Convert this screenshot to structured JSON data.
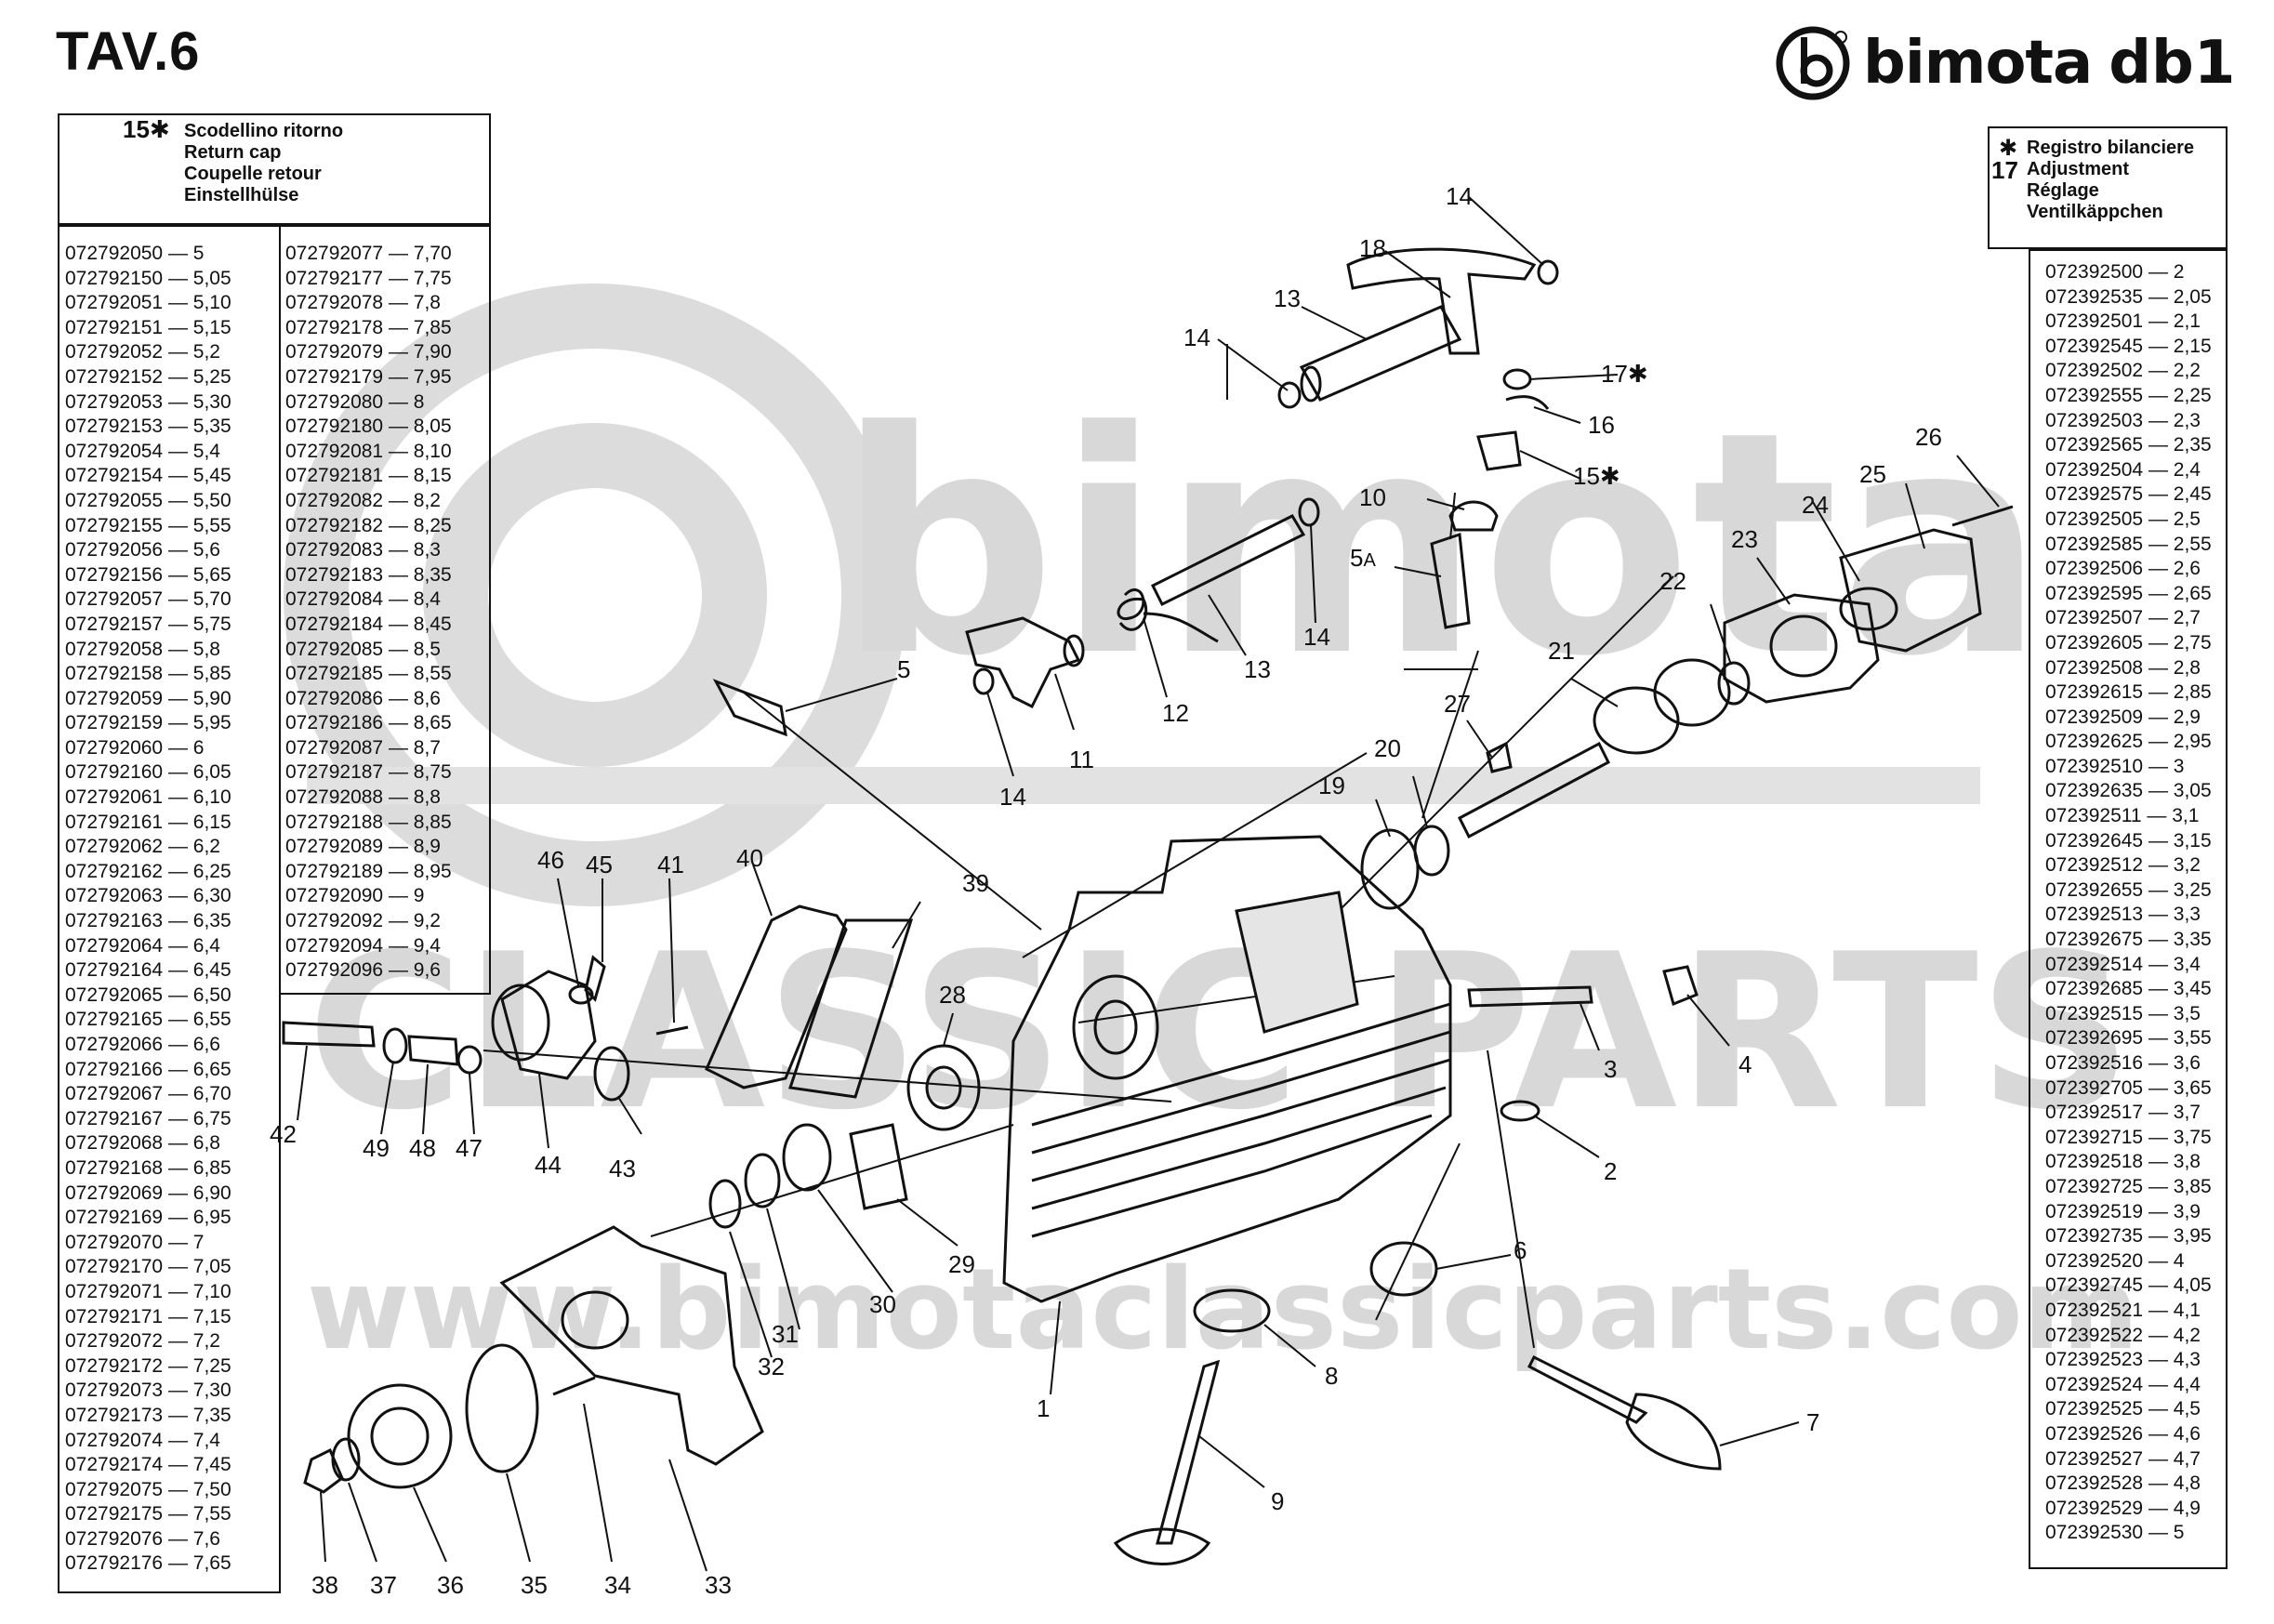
{
  "sheet_title": "TAV.6",
  "brand": {
    "name": "bimota",
    "model": "db1",
    "logo_mark": "b"
  },
  "watermark": {
    "line1": "bimota",
    "line2": "CLASSIC PARTS",
    "line3": "www.bimotaclassicparts.com"
  },
  "left_box": {
    "ref": "15✱",
    "lines": [
      "Scodellino ritorno",
      "Return cap",
      "Coupelle retour",
      "Einstellhülse"
    ]
  },
  "right_box": {
    "mark": "✱",
    "ref": "17",
    "lines": [
      "Registro bilanciere",
      "Adjustment",
      "Réglage",
      "Ventilkäppchen"
    ]
  },
  "table_left_a": [
    "072792050 — 5",
    "072792150 — 5,05",
    "072792051 — 5,10",
    "072792151 — 5,15",
    "072792052 — 5,2",
    "072792152 — 5,25",
    "072792053 — 5,30",
    "072792153 — 5,35",
    "072792054 — 5,4",
    "072792154 — 5,45",
    "072792055 — 5,50",
    "072792155 — 5,55",
    "072792056 — 5,6",
    "072792156 — 5,65",
    "072792057 — 5,70",
    "072792157 — 5,75",
    "072792058 — 5,8",
    "072792158 — 5,85",
    "072792059 — 5,90",
    "072792159 — 5,95",
    "072792060 — 6",
    "072792160 — 6,05",
    "072792061 — 6,10",
    "072792161 — 6,15",
    "072792062 — 6,2",
    "072792162 — 6,25",
    "072792063 — 6,30",
    "072792163 — 6,35",
    "072792064 — 6,4",
    "072792164 — 6,45",
    "072792065 — 6,50",
    "072792165 — 6,55",
    "072792066 — 6,6",
    "072792166 — 6,65",
    "072792067 — 6,70",
    "072792167 — 6,75",
    "072792068 — 6,8",
    "072792168 — 6,85",
    "072792069 — 6,90",
    "072792169 — 6,95",
    "072792070 — 7",
    "072792170 — 7,05",
    "072792071 — 7,10",
    "072792171 — 7,15",
    "072792072 — 7,2",
    "072792172 — 7,25",
    "072792073 — 7,30",
    "072792173 — 7,35",
    "072792074 — 7,4",
    "072792174 — 7,45",
    "072792075 — 7,50",
    "072792175 — 7,55",
    "072792076 — 7,6",
    "072792176 — 7,65"
  ],
  "table_left_b": [
    "072792077 — 7,70",
    "072792177 — 7,75",
    "072792078 — 7,8",
    "072792178 — 7,85",
    "072792079 — 7,90",
    "072792179 — 7,95",
    "072792080 — 8",
    "072792180 — 8,05",
    "072792081 — 8,10",
    "072792181 — 8,15",
    "072792082 — 8,2",
    "072792182 — 8,25",
    "072792083 — 8,3",
    "072792183 — 8,35",
    "072792084 — 8,4",
    "072792184 — 8,45",
    "072792085 — 8,5",
    "072792185 — 8,55",
    "072792086 — 8,6",
    "072792186 — 8,65",
    "072792087 — 8,7",
    "072792187 — 8,75",
    "072792088 — 8,8",
    "072792188 — 8,85",
    "072792089 — 8,9",
    "072792189 — 8,95",
    "072792090 — 9",
    "072792092 — 9,2",
    "072792094 — 9,4",
    "072792096 — 9,6"
  ],
  "table_right": [
    "072392500 — 2",
    "072392535 — 2,05",
    "072392501 — 2,1",
    "072392545 — 2,15",
    "072392502 — 2,2",
    "072392555 — 2,25",
    "072392503 — 2,3",
    "072392565 — 2,35",
    "072392504 — 2,4",
    "072392575 — 2,45",
    "072392505 — 2,5",
    "072392585 — 2,55",
    "072392506 — 2,6",
    "072392595 — 2,65",
    "072392507 — 2,7",
    "072392605 — 2,75",
    "072392508 — 2,8",
    "072392615 — 2,85",
    "072392509 — 2,9",
    "072392625 — 2,95",
    "072392510 — 3",
    "072392635 — 3,05",
    "072392511 — 3,1",
    "072392645 — 3,15",
    "072392512 — 3,2",
    "072392655 — 3,25",
    "072392513 — 3,3",
    "072392675 — 3,35",
    "072392514 — 3,4",
    "072392685 — 3,45",
    "072392515 — 3,5",
    "072392695 — 3,55",
    "072392516 — 3,6",
    "072392705 — 3,65",
    "072392517 — 3,7",
    "072392715 — 3,75",
    "072392518 — 3,8",
    "072392725 — 3,85",
    "072392519 — 3,9",
    "072392735 — 3,95",
    "072392520 — 4",
    "072392745 — 4,05",
    "072392521 — 4,1",
    "072392522 — 4,2",
    "072392523 — 4,3",
    "072392524 — 4,4",
    "072392525 — 4,5",
    "072392526 — 4,6",
    "072392527 — 4,7",
    "072392528 — 4,8",
    "072392529 — 4,9",
    "072392530 — 5"
  ],
  "callouts": {
    "c1": "1",
    "c2": "2",
    "c3": "3",
    "c4": "4",
    "c5": "5",
    "c5a": "5",
    "c5a_sub": "A",
    "c6": "6",
    "c7": "7",
    "c8": "8",
    "c9": "9",
    "c10": "10",
    "c11": "11",
    "c12": "12",
    "c13a": "13",
    "c13b": "13",
    "c14a": "14",
    "c14b": "14",
    "c14c": "14",
    "c14d": "14",
    "c15": "15✱",
    "c16": "16",
    "c17": "17✱",
    "c18": "18",
    "c19": "19",
    "c20": "20",
    "c21": "21",
    "c22": "22",
    "c23": "23",
    "c24": "24",
    "c25": "25",
    "c26": "26",
    "c27": "27",
    "c28": "28",
    "c29": "29",
    "c30": "30",
    "c31": "31",
    "c32": "32",
    "c33": "33",
    "c34": "34",
    "c35": "35",
    "c36": "36",
    "c37": "37",
    "c38": "38",
    "c39": "39",
    "c40": "40",
    "c41": "41",
    "c42": "42",
    "c43": "43",
    "c44": "44",
    "c45": "45",
    "c46": "46",
    "c47": "47",
    "c48": "48",
    "c49": "49"
  }
}
